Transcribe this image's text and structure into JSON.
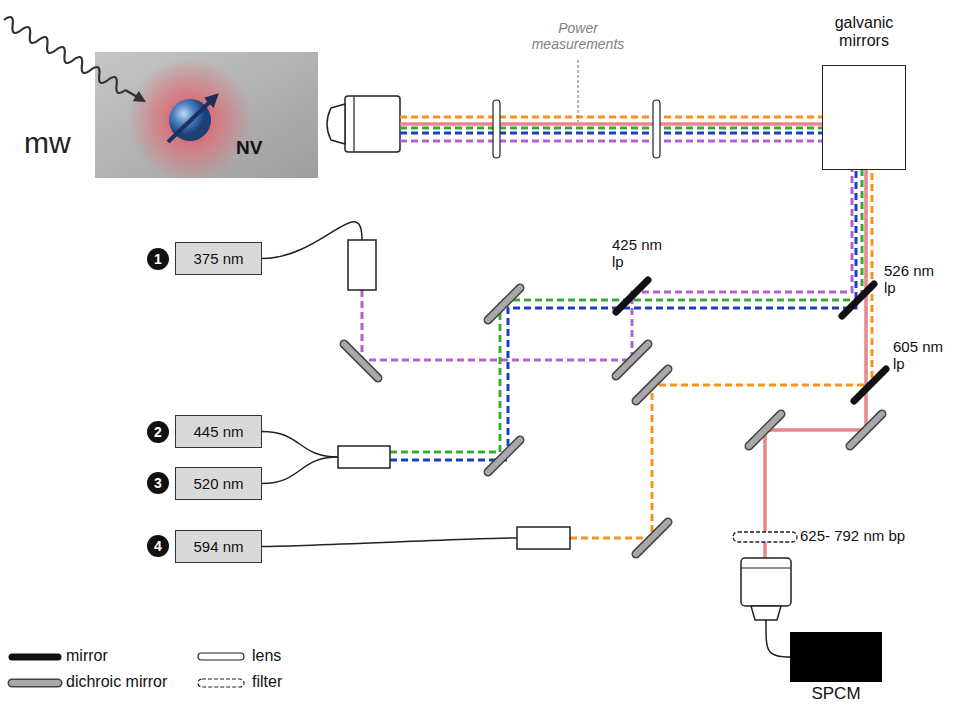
{
  "diagram": {
    "nodes": [
      {
        "text": [
          "galvanic mirrors"
        ]
      },
      {
        "text": [
          "375 nm"
        ]
      },
      {
        "text": [
          "445 nm"
        ]
      },
      {
        "text": [
          "520 nm"
        ]
      },
      {
        "text": [
          "594 nm"
        ]
      },
      {
        "text": [
          "SPCM"
        ]
      }
    ],
    "edges": [
      {
        "from": 1,
        "to": 0,
        "arrow": "none"
      },
      {
        "from": 2,
        "to": 0,
        "arrow": "none"
      },
      {
        "from": 3,
        "to": 0,
        "arrow": "none"
      },
      {
        "from": 4,
        "to": 0,
        "arrow": "none"
      },
      {
        "from": 0,
        "to": 5,
        "arrow": "none"
      }
    ],
    "labels": [
      "mw",
      "NV",
      "Power measurements",
      "1",
      "2",
      "3",
      "4",
      "425 nm lp",
      "526 nm lp",
      "605 nm lp",
      "625- 792 nm bp"
    ],
    "legend": [
      {
        "text": "mirror"
      },
      {
        "text": "dichroic mirror"
      },
      {
        "text": "lens"
      },
      {
        "text": "filter"
      }
    ]
  }
}
